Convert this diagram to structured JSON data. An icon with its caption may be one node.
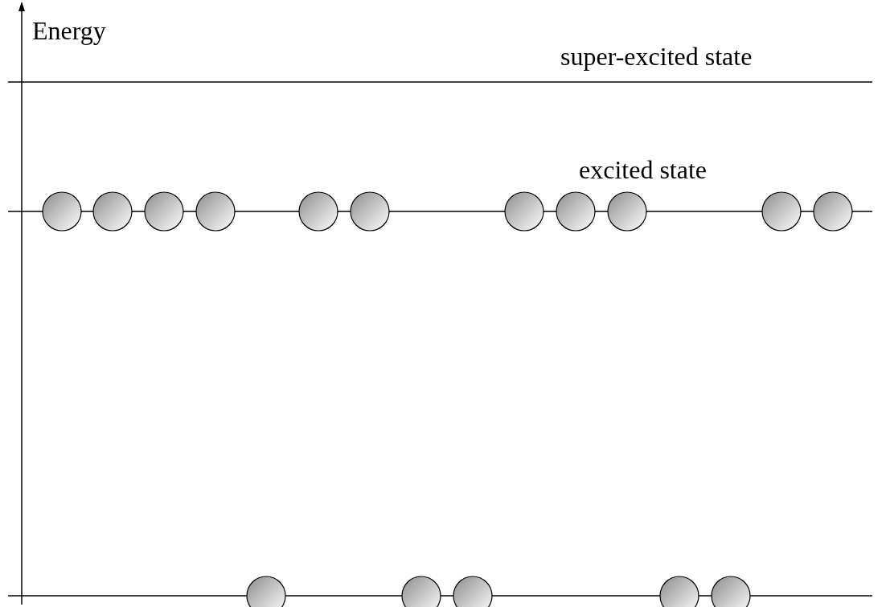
{
  "diagram": {
    "labels": [
      "Energy",
      "super-excited state",
      "excited state"
    ]
  }
}
